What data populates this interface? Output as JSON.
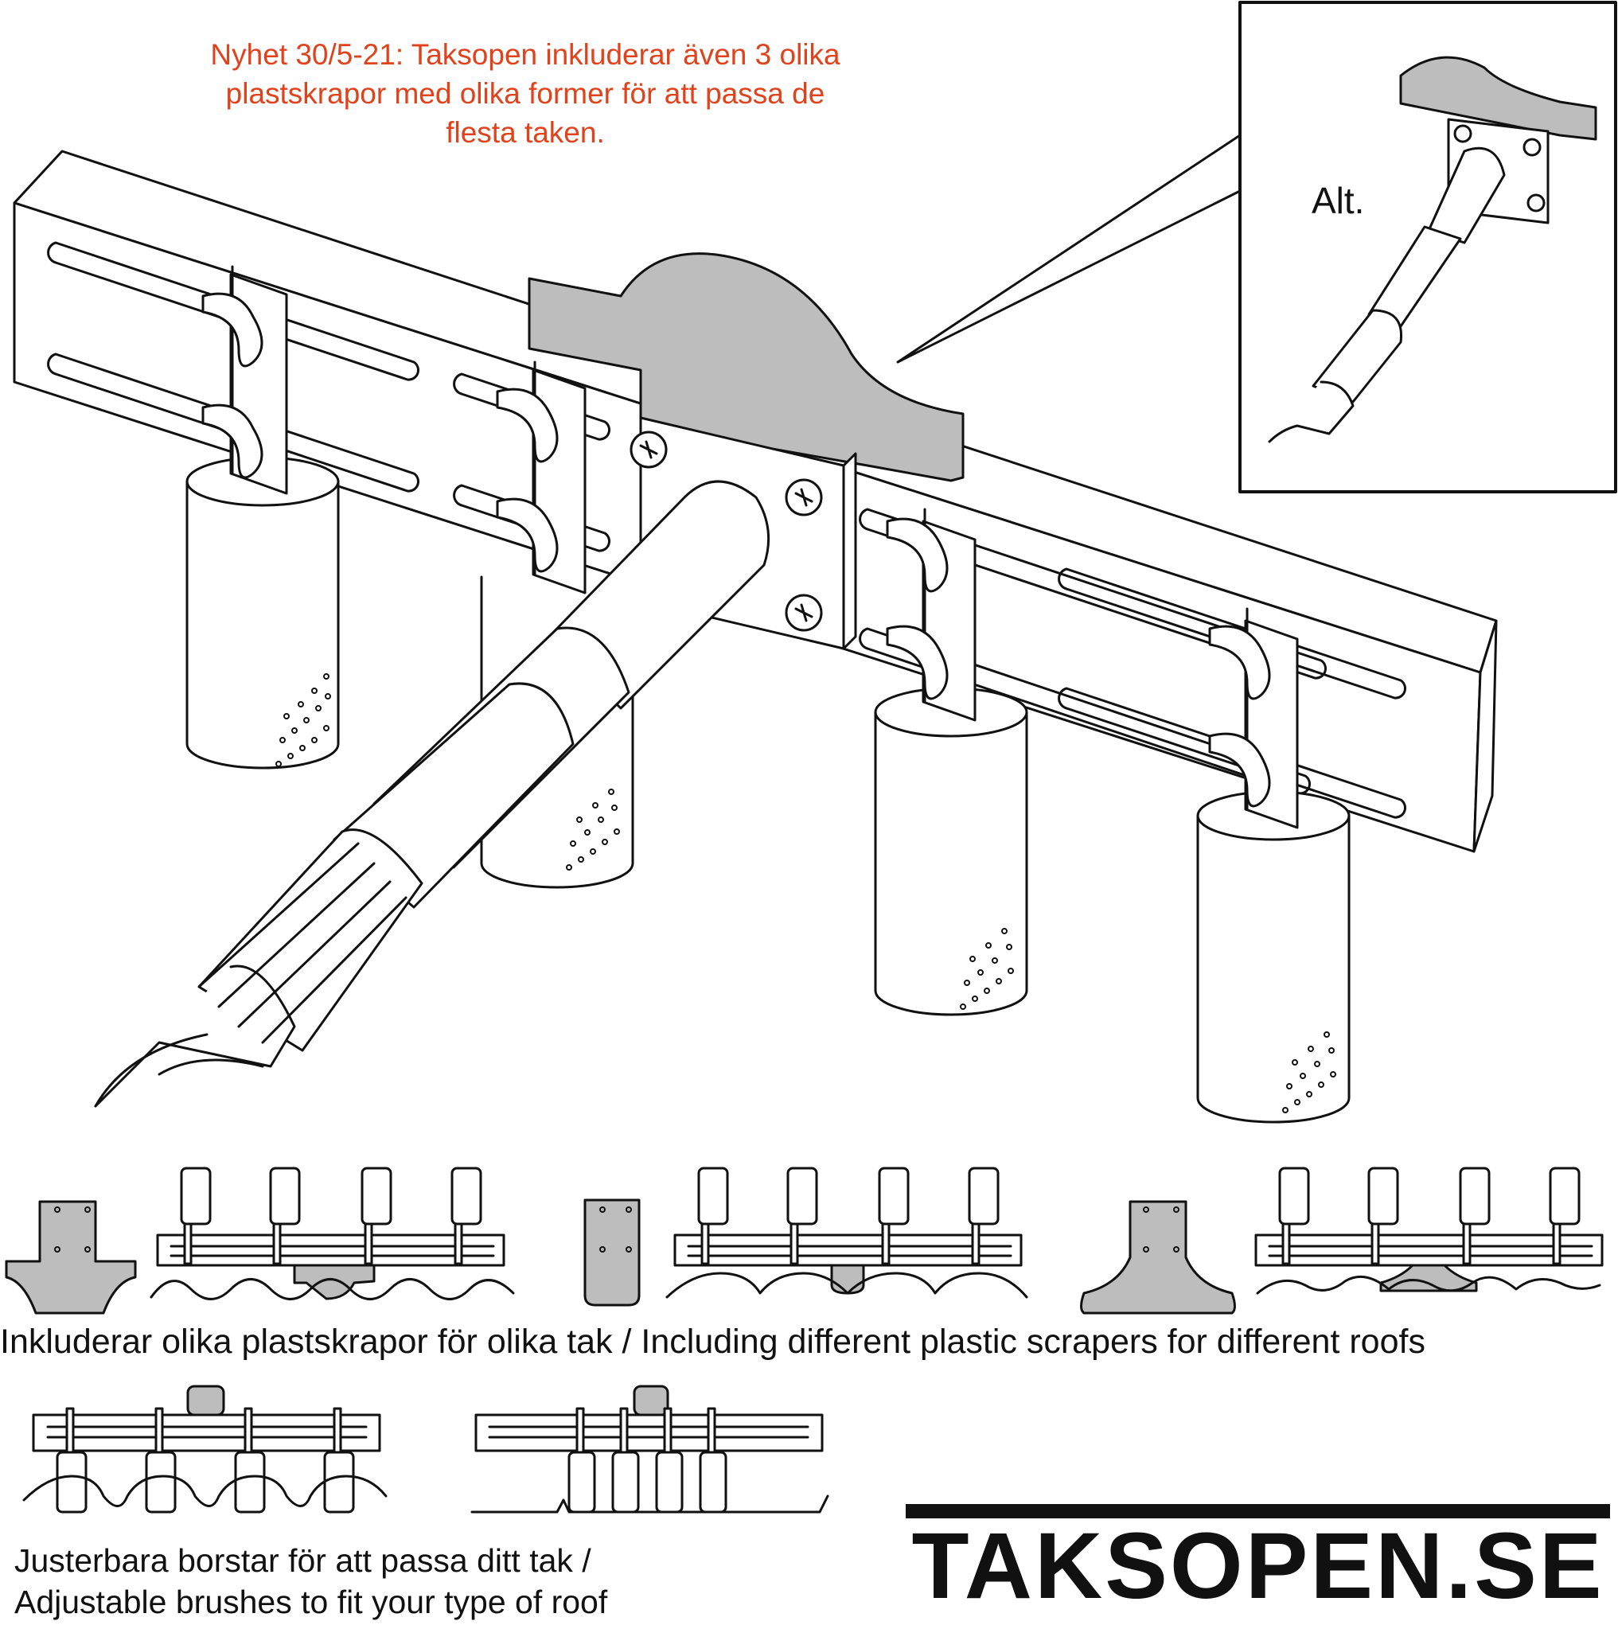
{
  "notice": {
    "text": "Nyhet 30/5-21: Taksopen inkluderar även 3 olika\nplastskrapor med olika former för att passa de\nflesta taken.",
    "color": "#e0421b"
  },
  "inset": {
    "label": "Alt."
  },
  "captions": {
    "scrapers": "Inkluderar olika plastskrapor för olika tak / Including different plastic scrapers for different roofs",
    "brushes": "Justerbara borstar för att passa ditt tak /\nAdjustable brushes to fit your type of roof"
  },
  "logo": {
    "text": "TAKSOPEN.SE"
  },
  "colors": {
    "scraper_fill": "#bdbdbd",
    "line": "#111111",
    "background": "#ffffff"
  }
}
